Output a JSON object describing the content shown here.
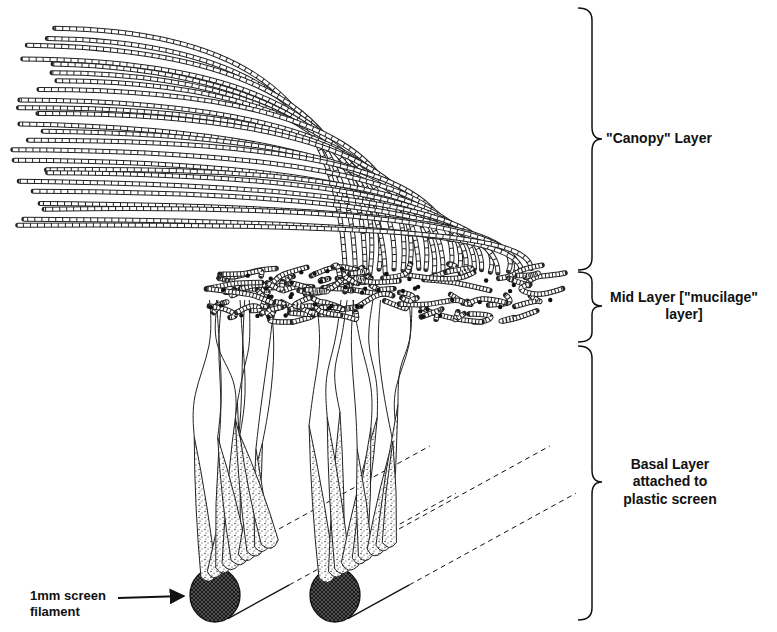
{
  "diagram": {
    "labels": [
      "\"Canopy\" Layer",
      "Mid Layer [\"mucilage\" layer]",
      "Basal Layer attached to plastic screen",
      "1mm screen filament"
    ]
  }
}
